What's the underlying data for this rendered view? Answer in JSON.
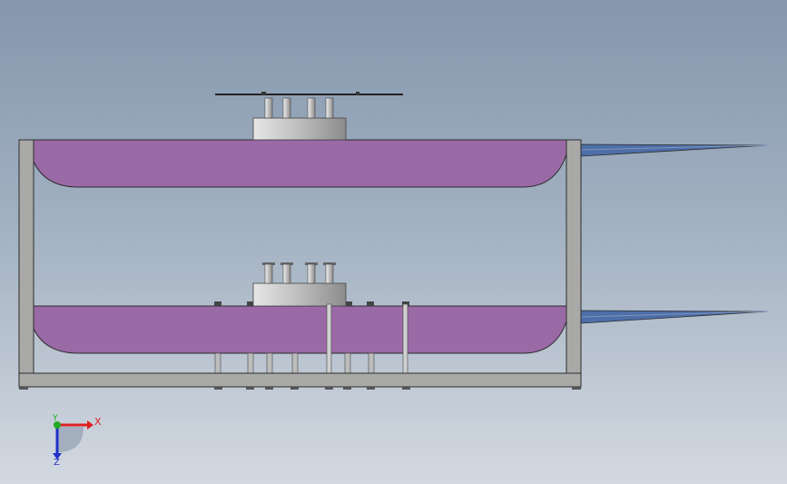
{
  "view": {
    "colors": {
      "background_top": "#8497ad",
      "background_bottom": "#d3d9e1",
      "tank_fill": "#9a6aa6",
      "frame_fill": "#a9aaa8",
      "outline": "#2c2c2c",
      "hub_fill": "#c9c9c9",
      "blade_fill": "#4d6ea6"
    }
  },
  "triad": {
    "x_label": "X",
    "y_label": "Y",
    "z_label": "Z",
    "x_color": "#e02020",
    "y_color": "#22aa22",
    "z_color": "#2030c8"
  }
}
